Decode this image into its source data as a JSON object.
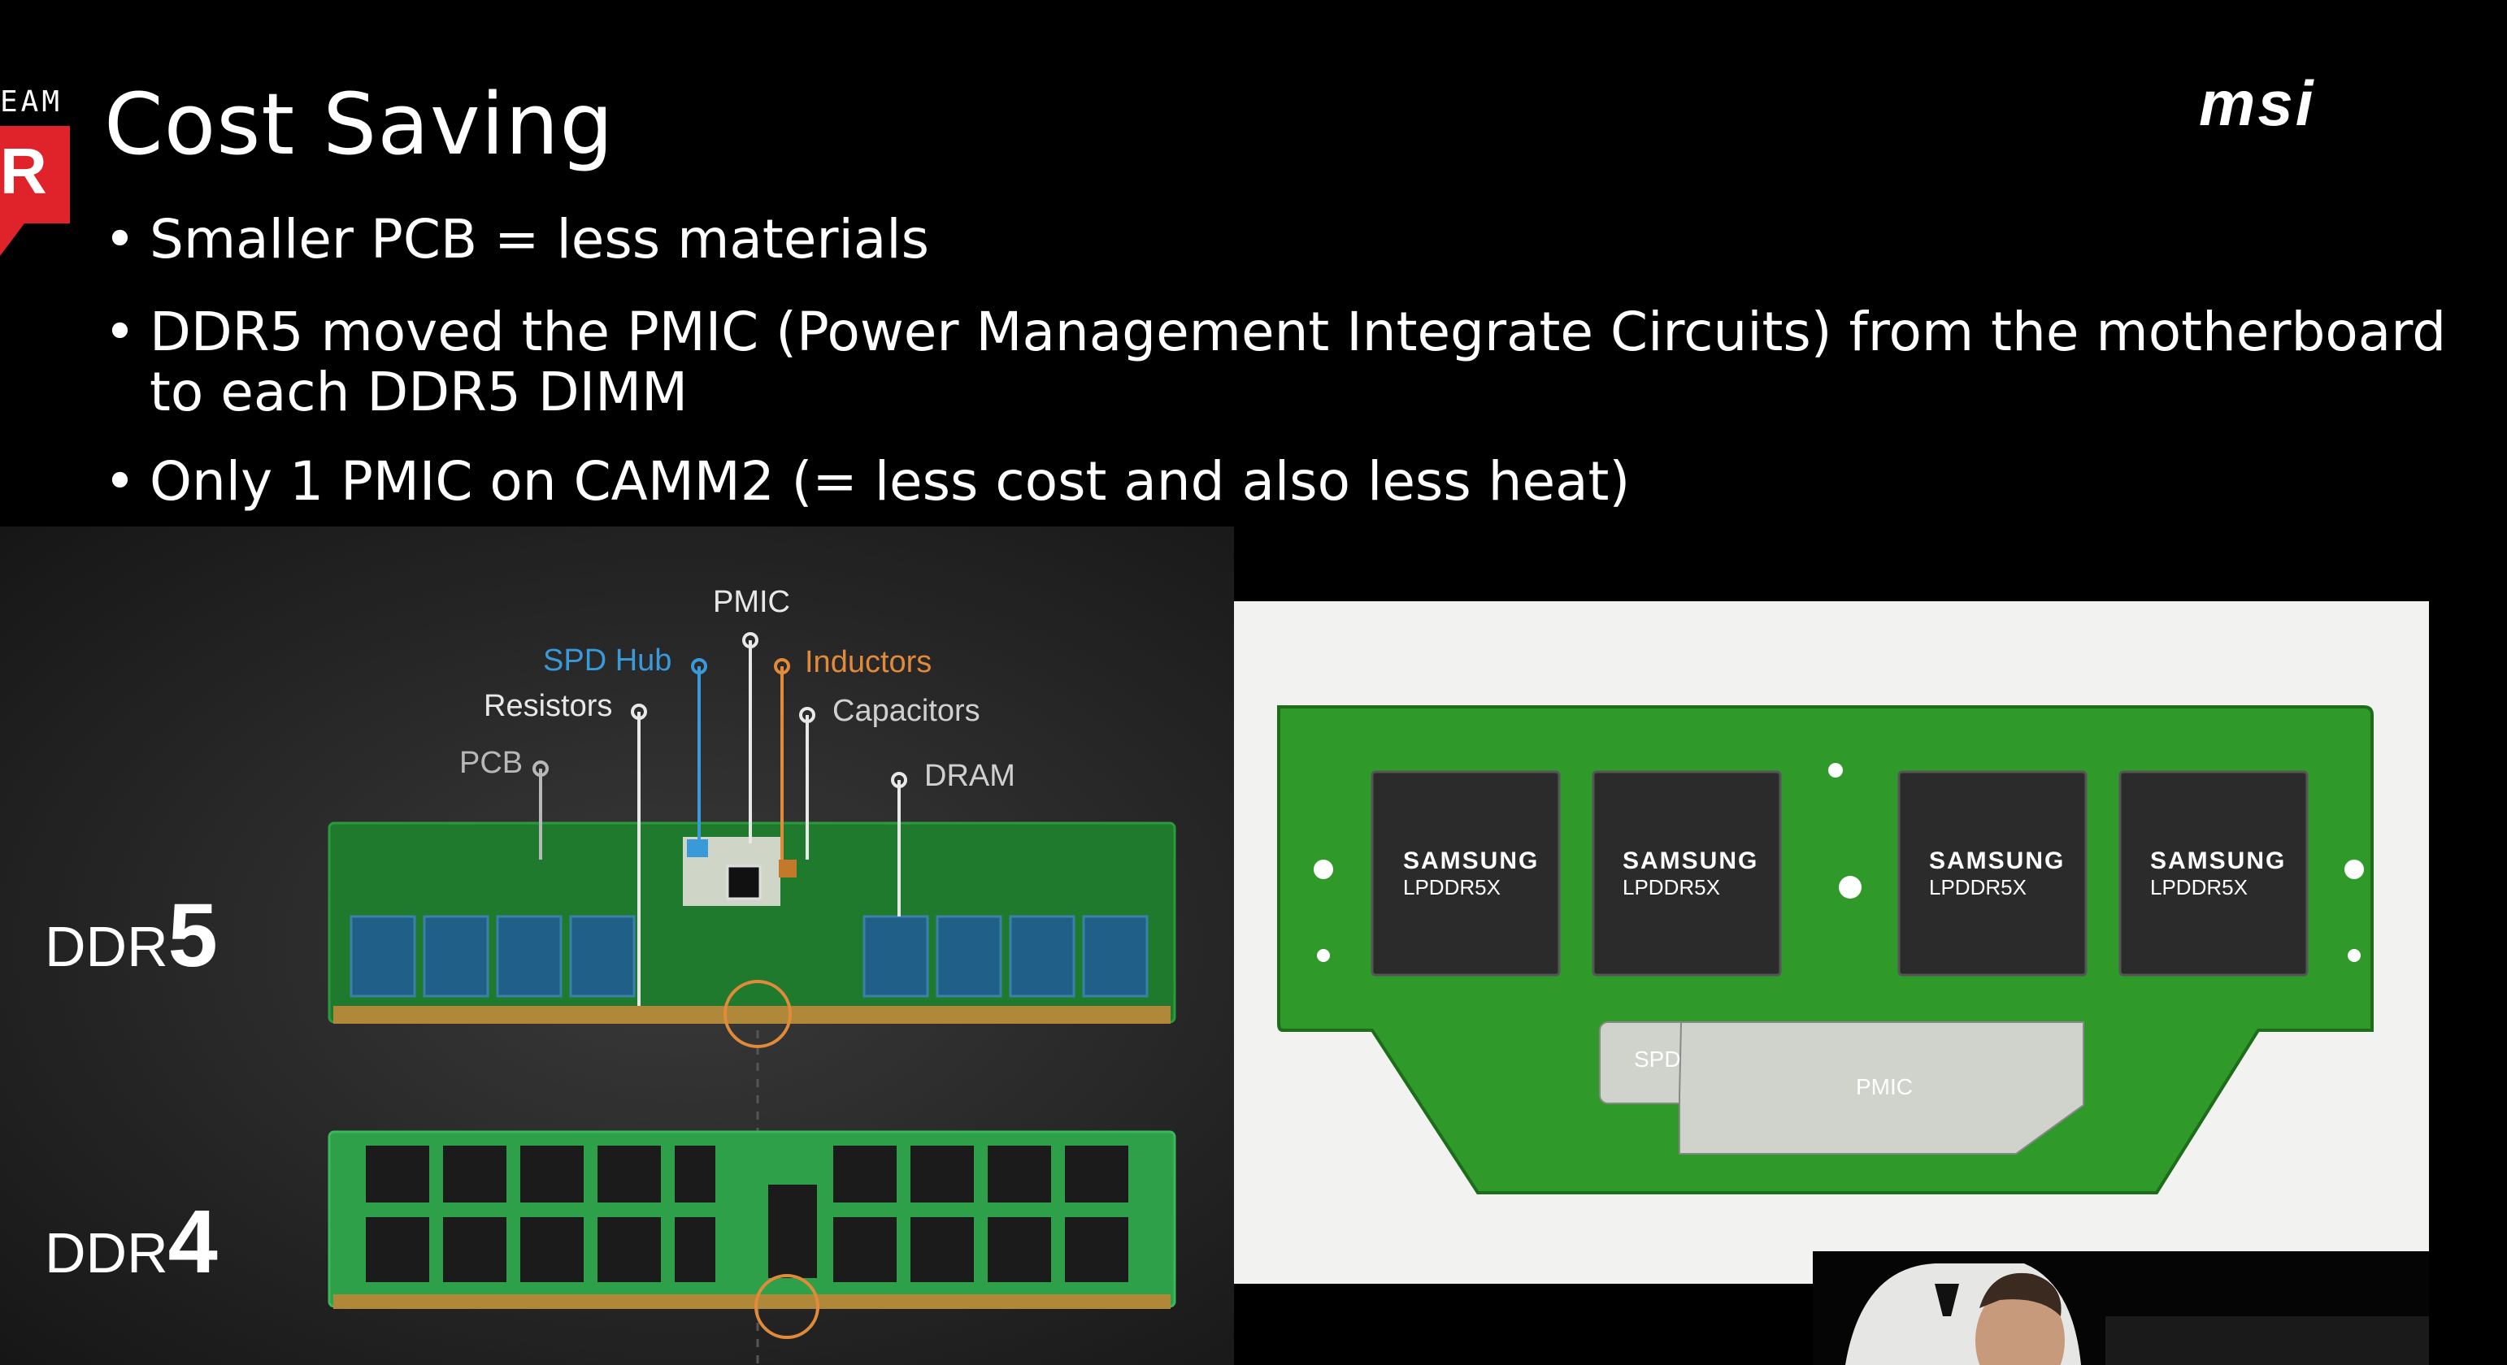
{
  "header": {
    "team_logo_text": "EAM",
    "team_logo_letter": "R",
    "title": "Cost Saving",
    "brand_logo": "msi"
  },
  "bullets": [
    {
      "marker": "•",
      "text": "Smaller PCB = less materials"
    },
    {
      "marker": "•",
      "text": "DDR5 moved the PMIC (Power Management Integrate Circuits) from the motherboard to each DDR5 DIMM"
    },
    {
      "marker": "•",
      "text": "Only 1 PMIC on CAMM2 (= less cost and also less heat)"
    }
  ],
  "ddr_diagram": {
    "labels": {
      "pmic": "PMIC",
      "spd_hub": "SPD Hub",
      "inductors": "Inductors",
      "resistors": "Resistors",
      "capacitors": "Capacitors",
      "pcb": "PCB",
      "dram": "DRAM"
    },
    "ddr5": {
      "prefix": "DDR",
      "number": "5"
    },
    "ddr4": {
      "prefix": "DDR",
      "number": "4"
    },
    "colors": {
      "spd_hub": "#3a9ad9",
      "inductors": "#e08a3a",
      "neutral": "#d8d8d8",
      "pcb": "#b8b8b8"
    }
  },
  "camm_diagram": {
    "chips": [
      {
        "brand": "SAMSUNG",
        "model": "LPDDR5X"
      },
      {
        "brand": "SAMSUNG",
        "model": "LPDDR5X"
      },
      {
        "brand": "SAMSUNG",
        "model": "LPDDR5X"
      },
      {
        "brand": "SAMSUNG",
        "model": "LPDDR5X"
      }
    ],
    "spd_label": "SPD",
    "pmic_label": "PMIC",
    "colors": {
      "pcb": "#2f9a2a",
      "chip": "#2b2b2b"
    }
  }
}
